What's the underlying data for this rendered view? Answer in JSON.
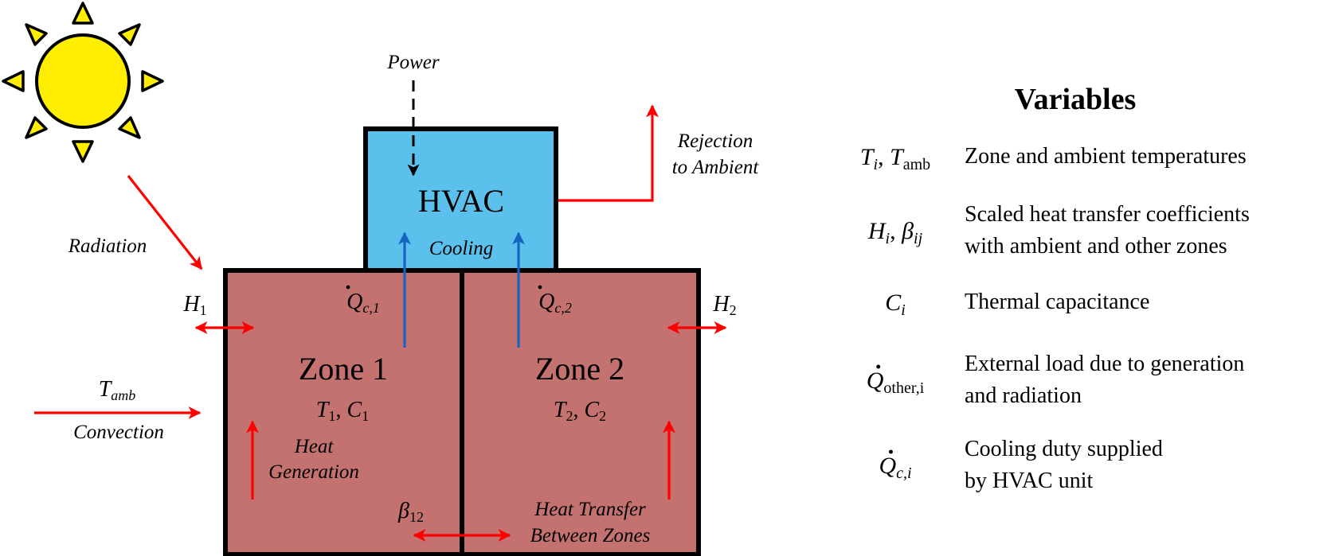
{
  "diagram": {
    "labels": {
      "power": "Power",
      "hvac": "HVAC",
      "cooling": "Cooling",
      "rejection_line1": "Rejection",
      "rejection_line2": "to Ambient",
      "radiation": "Radiation",
      "h1_base": "H",
      "h1_sub": "1",
      "h2_base": "H",
      "h2_sub": "2",
      "qc1_base": "Q",
      "qc1_sub": "c,1",
      "qc2_base": "Q",
      "qc2_sub": "c,2",
      "tamb_base": "T",
      "tamb_sub": "amb",
      "convection": "Convection",
      "zone1": "Zone 1",
      "zone2": "Zone 2",
      "zone1_t_base": "T",
      "zone1_t_sub": "1",
      "zone1_comma": ", ",
      "zone1_c_base": "C",
      "zone1_c_sub": "1",
      "zone2_t_base": "T",
      "zone2_t_sub": "2",
      "zone2_comma": ", ",
      "zone2_c_base": "C",
      "zone2_c_sub": "2",
      "heat_gen_line1": "Heat",
      "heat_gen_line2": "Generation",
      "beta_base": "β",
      "beta_sub": "12",
      "heat_transfer_line1": "Heat Transfer",
      "heat_transfer_line2": "Between Zones"
    },
    "colors": {
      "zone_fill": "#c47270",
      "hvac_fill": "#5bc1ec",
      "sun_fill": "#ffee00",
      "heat_arrow": "#ff0000",
      "cooling_arrow": "#1565c0",
      "outline": "#000000"
    }
  },
  "variables": {
    "title": "Variables",
    "rows": [
      {
        "symbol": {
          "a_base": "T",
          "a_sub": "i",
          "sep": ", ",
          "b_base": "T",
          "b_sub": "amb"
        },
        "description_lines": [
          "Zone and ambient temperatures"
        ]
      },
      {
        "symbol": {
          "a_base": "H",
          "a_sub": "i",
          "sep": ", ",
          "b_base": "β",
          "b_sub": "ij"
        },
        "description_lines": [
          "Scaled heat transfer coefficients",
          "with ambient and other zones"
        ]
      },
      {
        "symbol": {
          "a_base": "C",
          "a_sub": "i"
        },
        "description_lines": [
          "Thermal capacitance"
        ]
      },
      {
        "symbol": {
          "a_base": "Q",
          "a_sub": "other,i",
          "dot": true
        },
        "description_lines": [
          "External load due to generation",
          "and radiation"
        ]
      },
      {
        "symbol": {
          "a_base": "Q",
          "a_sub": "c,i",
          "dot": true
        },
        "description_lines": [
          "Cooling duty supplied",
          "by HVAC unit"
        ]
      }
    ]
  }
}
